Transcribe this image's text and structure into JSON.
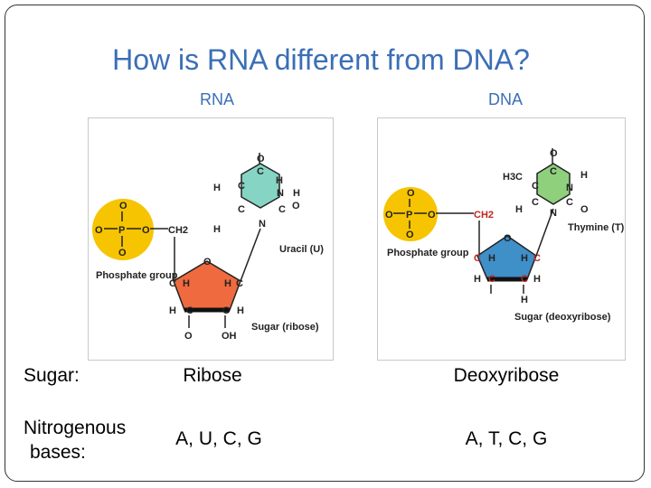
{
  "slide": {
    "title": "How is RNA different from DNA?"
  },
  "columns": {
    "rna_heading": "RNA",
    "dna_heading": "DNA"
  },
  "rna_diagram": {
    "phosphate_label": "Phosphate group",
    "base_label": "Uracil (U)",
    "sugar_label": "Sugar (ribose)",
    "ch2": "CH2",
    "colors": {
      "phosphate": "#f6c400",
      "base": "#86d4c4",
      "sugar": "#ef6a3f"
    }
  },
  "dna_diagram": {
    "phosphate_label": "Phosphate group",
    "base_label": "Thymine (T)",
    "sugar_label": "Sugar (deoxyribose)",
    "ch2": "CH2",
    "h3c": "H3C",
    "colors": {
      "phosphate": "#f6c400",
      "base": "#8fd07d",
      "sugar": "#3f8fc9"
    }
  },
  "comparison": {
    "sugar": {
      "label": "Sugar:",
      "rna": "Ribose",
      "dna": "Deoxyribose"
    },
    "bases": {
      "label_line1": "Nitrogenous",
      "label_line2": "bases:",
      "rna": "A, U, C, G",
      "dna": "A, T, C, G"
    }
  }
}
